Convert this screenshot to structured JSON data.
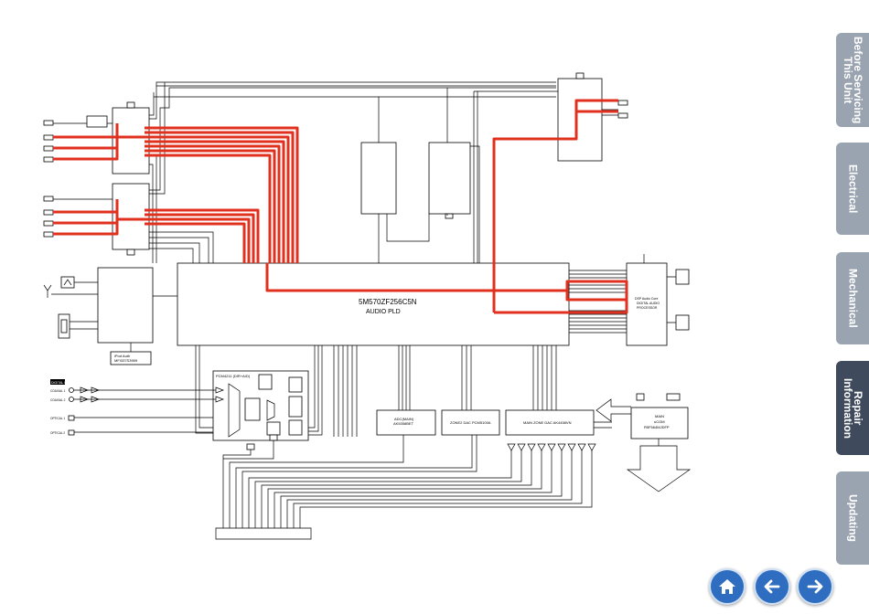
{
  "diagram": {
    "pld": {
      "title": "5M570ZF256C5N",
      "subtitle": "AUDIO PLD"
    },
    "dsp": {
      "l1": "DSP Audio Core",
      "l2": "DIGITAL AUDIO",
      "l3": "PROCESSOR"
    },
    "ipod": {
      "l1": "iPod Auth",
      "l2": "MFI337S3959"
    },
    "adc_block": {
      "title": "PCM4211 (DIR+A/D)"
    },
    "adc": {
      "l1": "ADC(MAIN)",
      "l2": "AK5358BET"
    },
    "zone2": {
      "label": "ZONE2 DAC PCM5100A"
    },
    "main_dac": {
      "label": "MAIN ZONE DAC AK4458VN"
    },
    "main_mcu": {
      "l1": "MAIN",
      "l2": "uCOM",
      "l3": "R5F564MJDFP"
    },
    "inputs": [
      "COAXIAL 1",
      "COAXIAL 2",
      "OPTICAL 1",
      "OPTICAL 2"
    ],
    "input_header": "DIGITAL IN"
  },
  "tabs": [
    {
      "label": "Before Servicing\nThis Unit"
    },
    {
      "label": "Electrical"
    },
    {
      "label": "Mechanical"
    },
    {
      "label": "Repair Information"
    },
    {
      "label": "Updating"
    }
  ],
  "colors": {
    "signal_path": "#e0311f",
    "tab": "#9aa3b0",
    "tab_active": "#3f4b5c",
    "nav": "#2e6dbf"
  },
  "nav": {
    "home_icon": "home-icon",
    "back_icon": "arrow-left-icon",
    "forward_icon": "arrow-right-icon"
  }
}
